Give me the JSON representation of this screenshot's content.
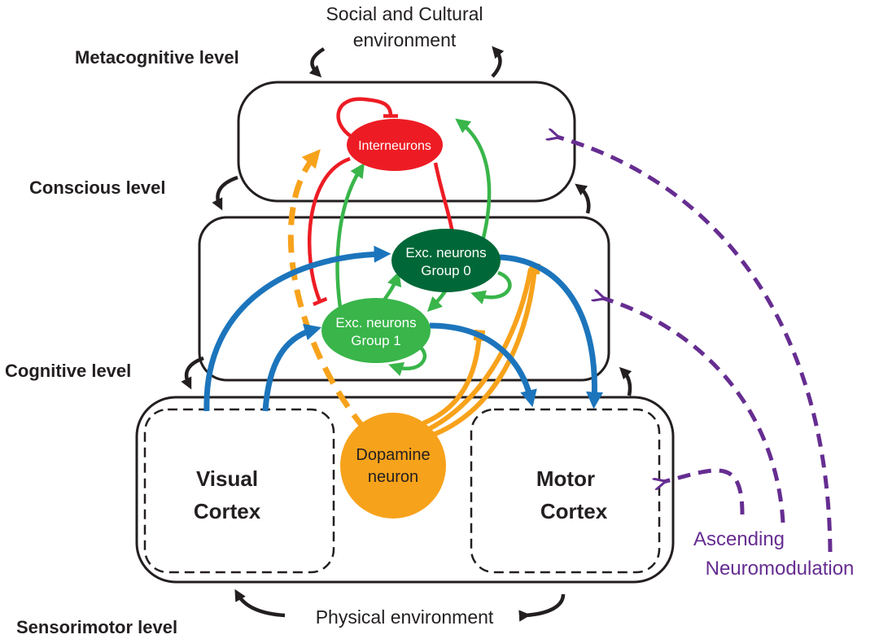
{
  "levels": {
    "metacognitive": "Metacognitive level",
    "conscious": "Conscious level",
    "cognitive": "Cognitive level",
    "sensorimotor": "Sensorimotor level"
  },
  "environments": {
    "social_line1": "Social and Cultural",
    "social_line2": "environment",
    "physical": "Physical environment"
  },
  "nodes": {
    "interneurons": "Interneurons",
    "exc_group0_line1": "Exc. neurons",
    "exc_group0_line2": "Group 0",
    "exc_group1_line1": "Exc. neurons",
    "exc_group1_line2": "Group 1",
    "dopamine_line1": "Dopamine",
    "dopamine_line2": "neuron"
  },
  "cortices": {
    "visual_line1": "Visual",
    "visual_line2": "Cortex",
    "motor_line1": "Motor",
    "motor_line2": "Cortex"
  },
  "neuromodulation": {
    "line1": "Ascending",
    "line2": "Neuromodulation"
  },
  "colors": {
    "red": "#ed1c24",
    "dark_green": "#006838",
    "light_green": "#39b54a",
    "blue": "#1c75bc",
    "orange": "#f7a21b",
    "purple": "#662d91",
    "black": "#231f20"
  }
}
